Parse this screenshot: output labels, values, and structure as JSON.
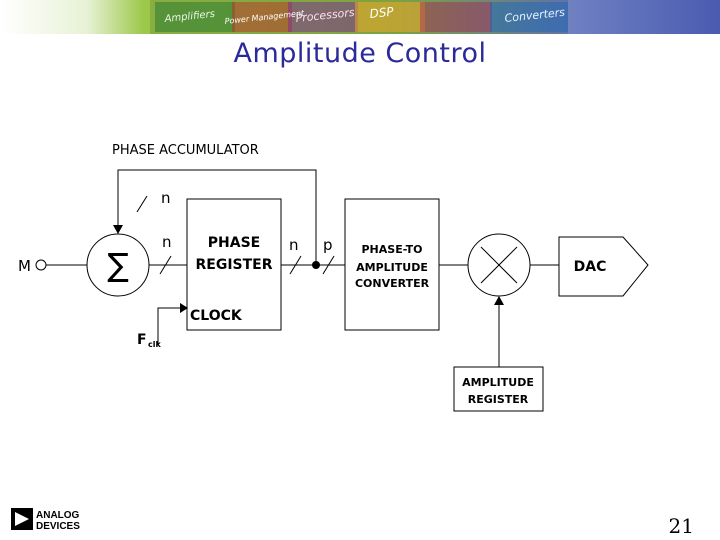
{
  "header": {
    "title": "Amplitude Control",
    "banner_words": [
      "Amplifiers",
      "Power Management",
      "Processors",
      "DSP",
      "Converters"
    ]
  },
  "diagram": {
    "phase_accumulator_label": "PHASE ACCUMULATOR",
    "input_label": "M",
    "feedback_width_label": "n",
    "input_width_label": "n",
    "summer_symbol": "∑",
    "phase_register_line1": "PHASE",
    "phase_register_line2": "REGISTER",
    "clock_label": "CLOCK",
    "fclk_main": "F",
    "fclk_sub": "clk",
    "output_width_label": "n",
    "truncated_width_label": "p",
    "converter_line1": "PHASE-TO",
    "converter_line2": "AMPLITUDE",
    "converter_line3": "CONVERTER",
    "dac_label": "DAC",
    "amplitude_register_line1": "AMPLITUDE",
    "amplitude_register_line2": "REGISTER"
  },
  "footer": {
    "logo_line1": "ANALOG",
    "logo_line2": "DEVICES",
    "page_number": "21"
  },
  "colors": {
    "title": "#2a2a9a",
    "banner_green": "#8fc23c",
    "banner_blue": "#4a5bb0"
  }
}
